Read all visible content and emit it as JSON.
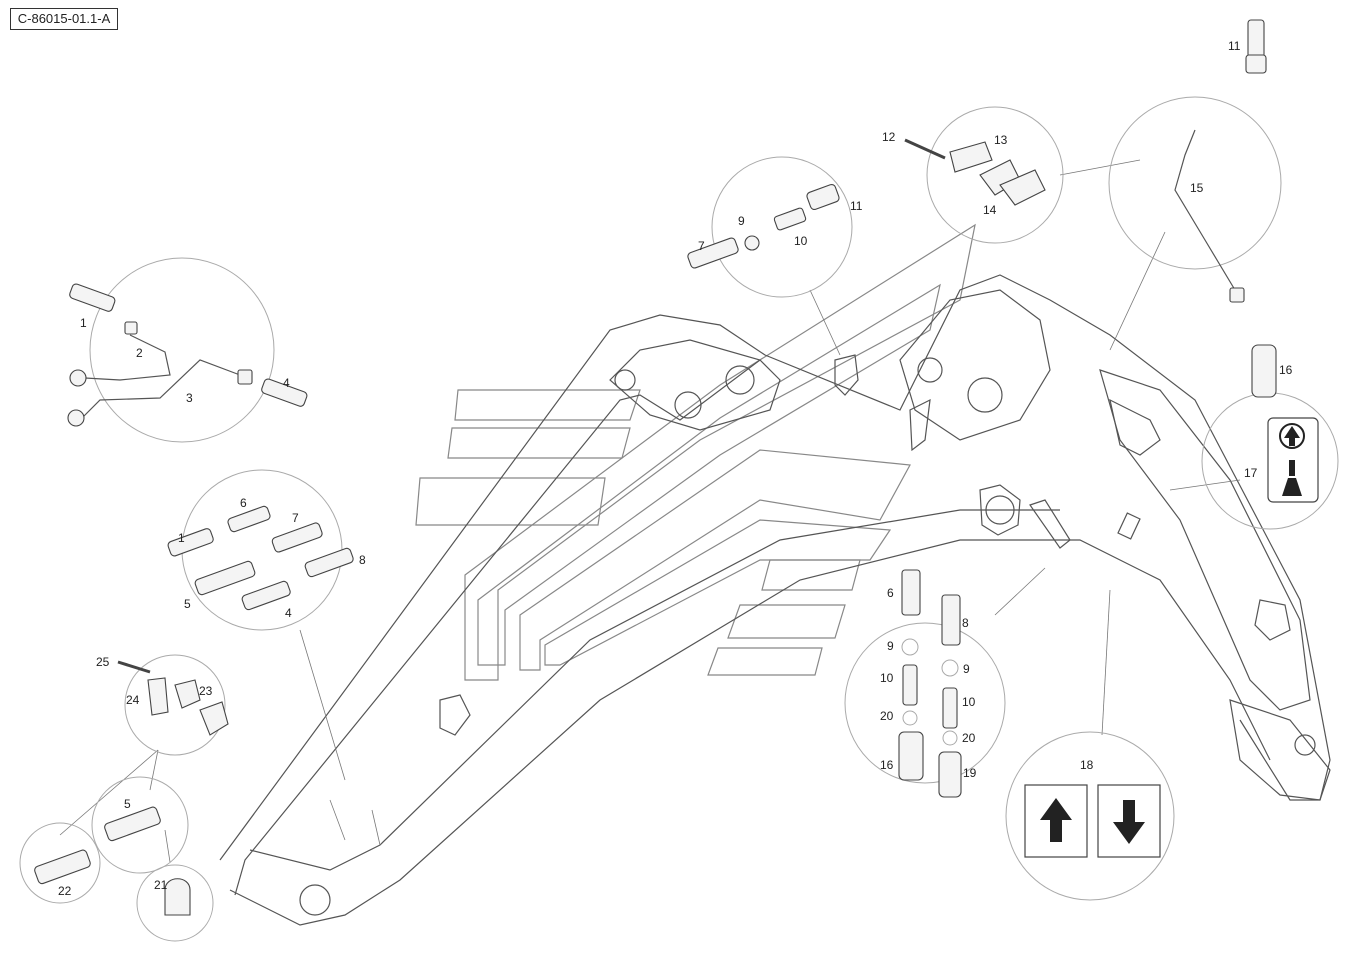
{
  "drawing": {
    "ref_code": "C-86015-01.1-A"
  },
  "callouts": [
    {
      "id": "c1a",
      "text": "1"
    },
    {
      "id": "c2",
      "text": "2"
    },
    {
      "id": "c3",
      "text": "3"
    },
    {
      "id": "c4a",
      "text": "4"
    },
    {
      "id": "c1b",
      "text": "1"
    },
    {
      "id": "c6a",
      "text": "6"
    },
    {
      "id": "c7a",
      "text": "7"
    },
    {
      "id": "c8a",
      "text": "8"
    },
    {
      "id": "c5a",
      "text": "5"
    },
    {
      "id": "c4b",
      "text": "4"
    },
    {
      "id": "c7b",
      "text": "7"
    },
    {
      "id": "c9a",
      "text": "9"
    },
    {
      "id": "c10a",
      "text": "10"
    },
    {
      "id": "c11a",
      "text": "11"
    },
    {
      "id": "c12",
      "text": "12"
    },
    {
      "id": "c13",
      "text": "13"
    },
    {
      "id": "c14",
      "text": "14"
    },
    {
      "id": "c11b",
      "text": "11"
    },
    {
      "id": "c15",
      "text": "15"
    },
    {
      "id": "c16a",
      "text": "16"
    },
    {
      "id": "c17",
      "text": "17"
    },
    {
      "id": "c25",
      "text": "25"
    },
    {
      "id": "c24",
      "text": "24"
    },
    {
      "id": "c23",
      "text": "23"
    },
    {
      "id": "c5b",
      "text": "5"
    },
    {
      "id": "c22",
      "text": "22"
    },
    {
      "id": "c21",
      "text": "21"
    },
    {
      "id": "c6b",
      "text": "6"
    },
    {
      "id": "c8b",
      "text": "8"
    },
    {
      "id": "c9b",
      "text": "9"
    },
    {
      "id": "c9c",
      "text": "9"
    },
    {
      "id": "c10b",
      "text": "10"
    },
    {
      "id": "c10c",
      "text": "10"
    },
    {
      "id": "c20a",
      "text": "20"
    },
    {
      "id": "c20b",
      "text": "20"
    },
    {
      "id": "c16b",
      "text": "16"
    },
    {
      "id": "c19",
      "text": "19"
    },
    {
      "id": "c18",
      "text": "18"
    }
  ]
}
